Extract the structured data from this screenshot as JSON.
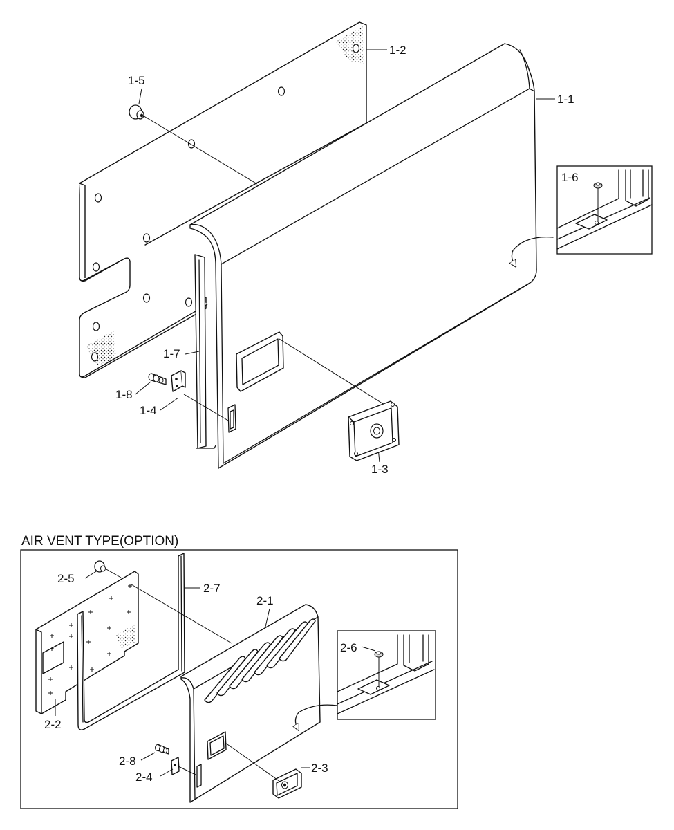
{
  "labels": {
    "p1_1": "1-1",
    "p1_2": "1-2",
    "p1_3": "1-3",
    "p1_4": "1-4",
    "p1_5": "1-5",
    "p1_6": "1-6",
    "p1_7": "1-7",
    "p1_8": "1-8",
    "p2_1": "2-1",
    "p2_2": "2-2",
    "p2_3": "2-3",
    "p2_4": "2-4",
    "p2_5": "2-5",
    "p2_6": "2-6",
    "p2_7": "2-7",
    "p2_8": "2-8"
  },
  "section_title": "AIR VENT TYPE(OPTION)"
}
